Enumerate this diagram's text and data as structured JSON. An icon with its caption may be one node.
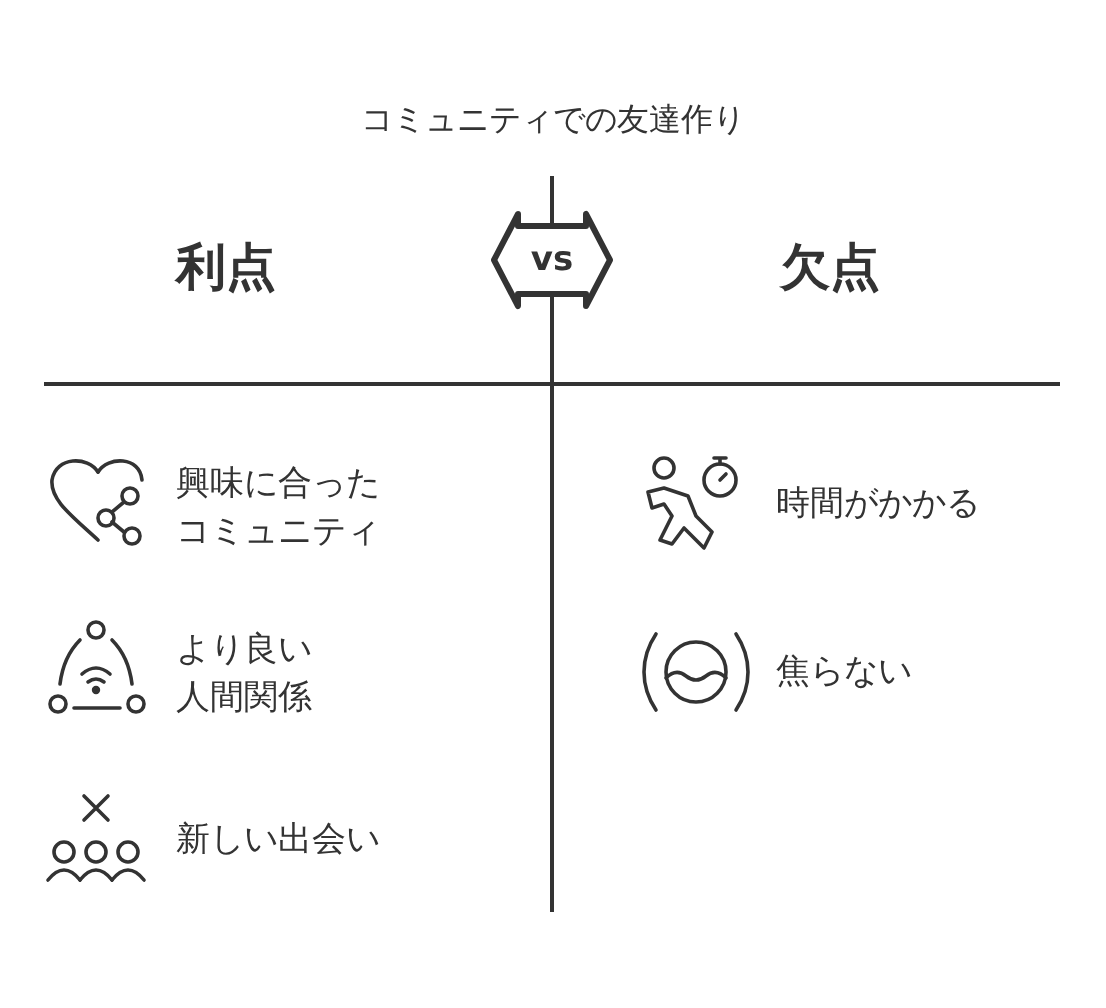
{
  "diagram": {
    "title": "コミュニティでの友達作り",
    "nodes": [
      {
        "text": [
          "vs"
        ]
      }
    ],
    "labels": [
      "利点",
      "欠点",
      "興味に合ったコミュニティ",
      "時間がかかる",
      "より良い人間関係",
      "焦らない",
      "新しい出会い"
    ]
  }
}
